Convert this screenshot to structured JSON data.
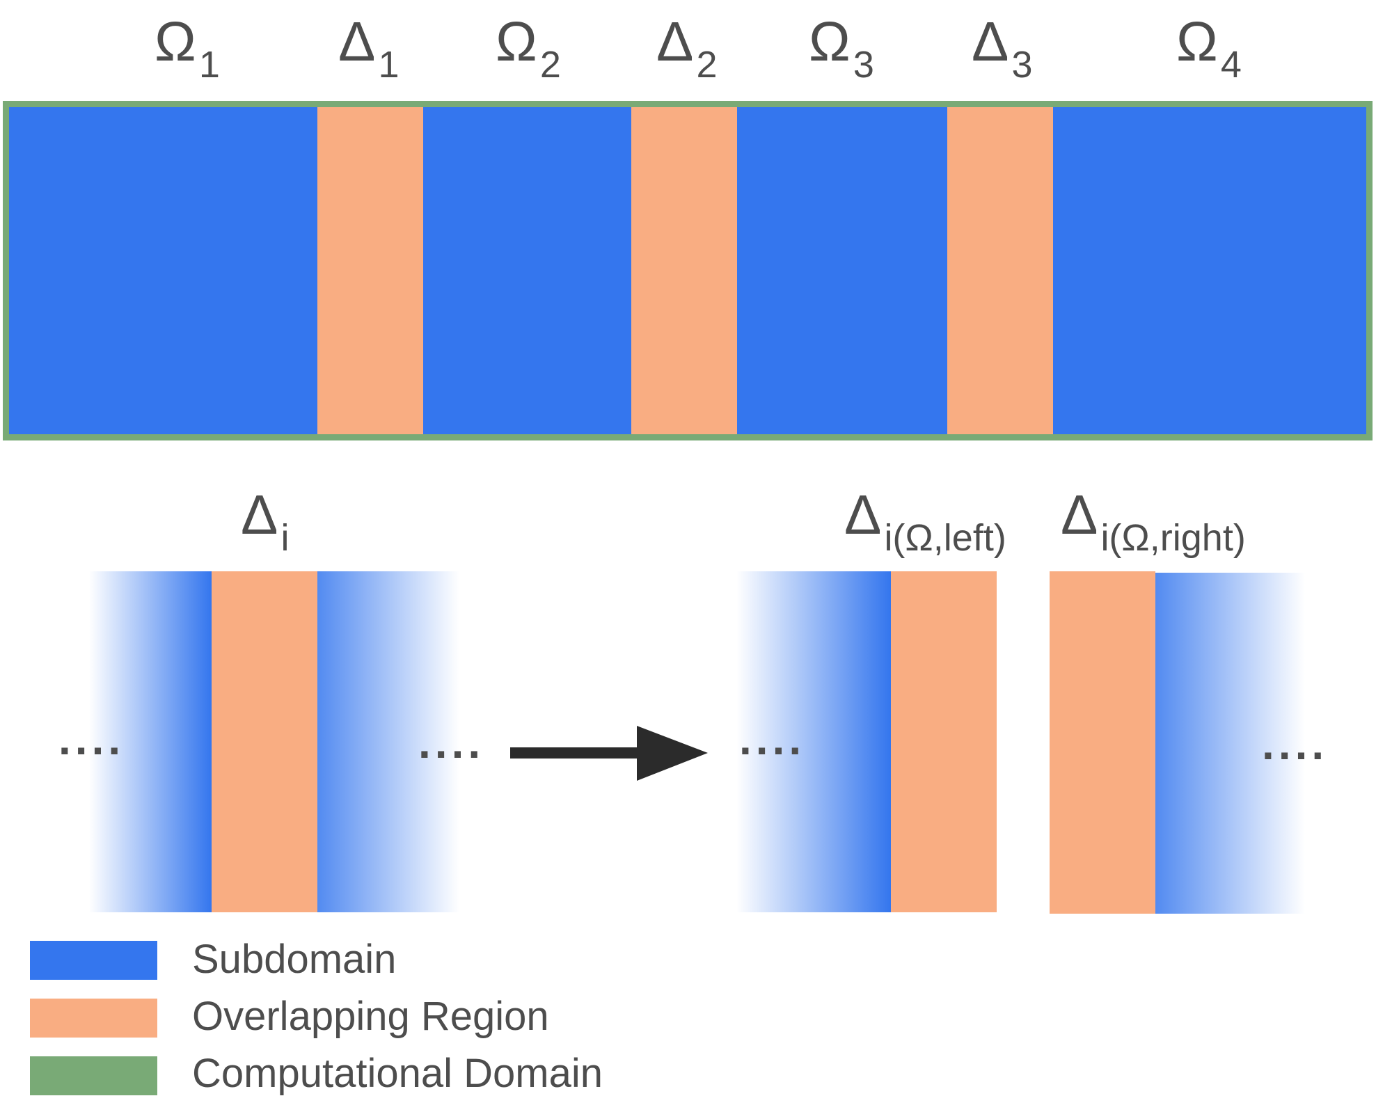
{
  "colors": {
    "subdomain": "#3476ee",
    "overlap": "#f9ad82",
    "domain": "#79aa76",
    "text": "#4d4d4d",
    "arrow": "#2b2b2b"
  },
  "top_labels": [
    {
      "sym": "Ω",
      "sub": "1"
    },
    {
      "sym": "Δ",
      "sub": "1"
    },
    {
      "sym": "Ω",
      "sub": "2"
    },
    {
      "sym": "Δ",
      "sub": "2"
    },
    {
      "sym": "Ω",
      "sub": "3"
    },
    {
      "sym": "Δ",
      "sub": "3"
    },
    {
      "sym": "Ω",
      "sub": "4"
    }
  ],
  "bottom_labels": {
    "center": {
      "sym": "Δ",
      "sub": "i"
    },
    "left": {
      "sym": "Δ",
      "sub": "i(Ω,left)"
    },
    "right": {
      "sym": "Δ",
      "sub": "i(Ω,right)"
    }
  },
  "ellipsis": "....",
  "legend": [
    {
      "key": "subdomain",
      "label": "Subdomain"
    },
    {
      "key": "overlap",
      "label": "Overlapping Region"
    },
    {
      "key": "domain",
      "label": "Computational Domain"
    }
  ]
}
